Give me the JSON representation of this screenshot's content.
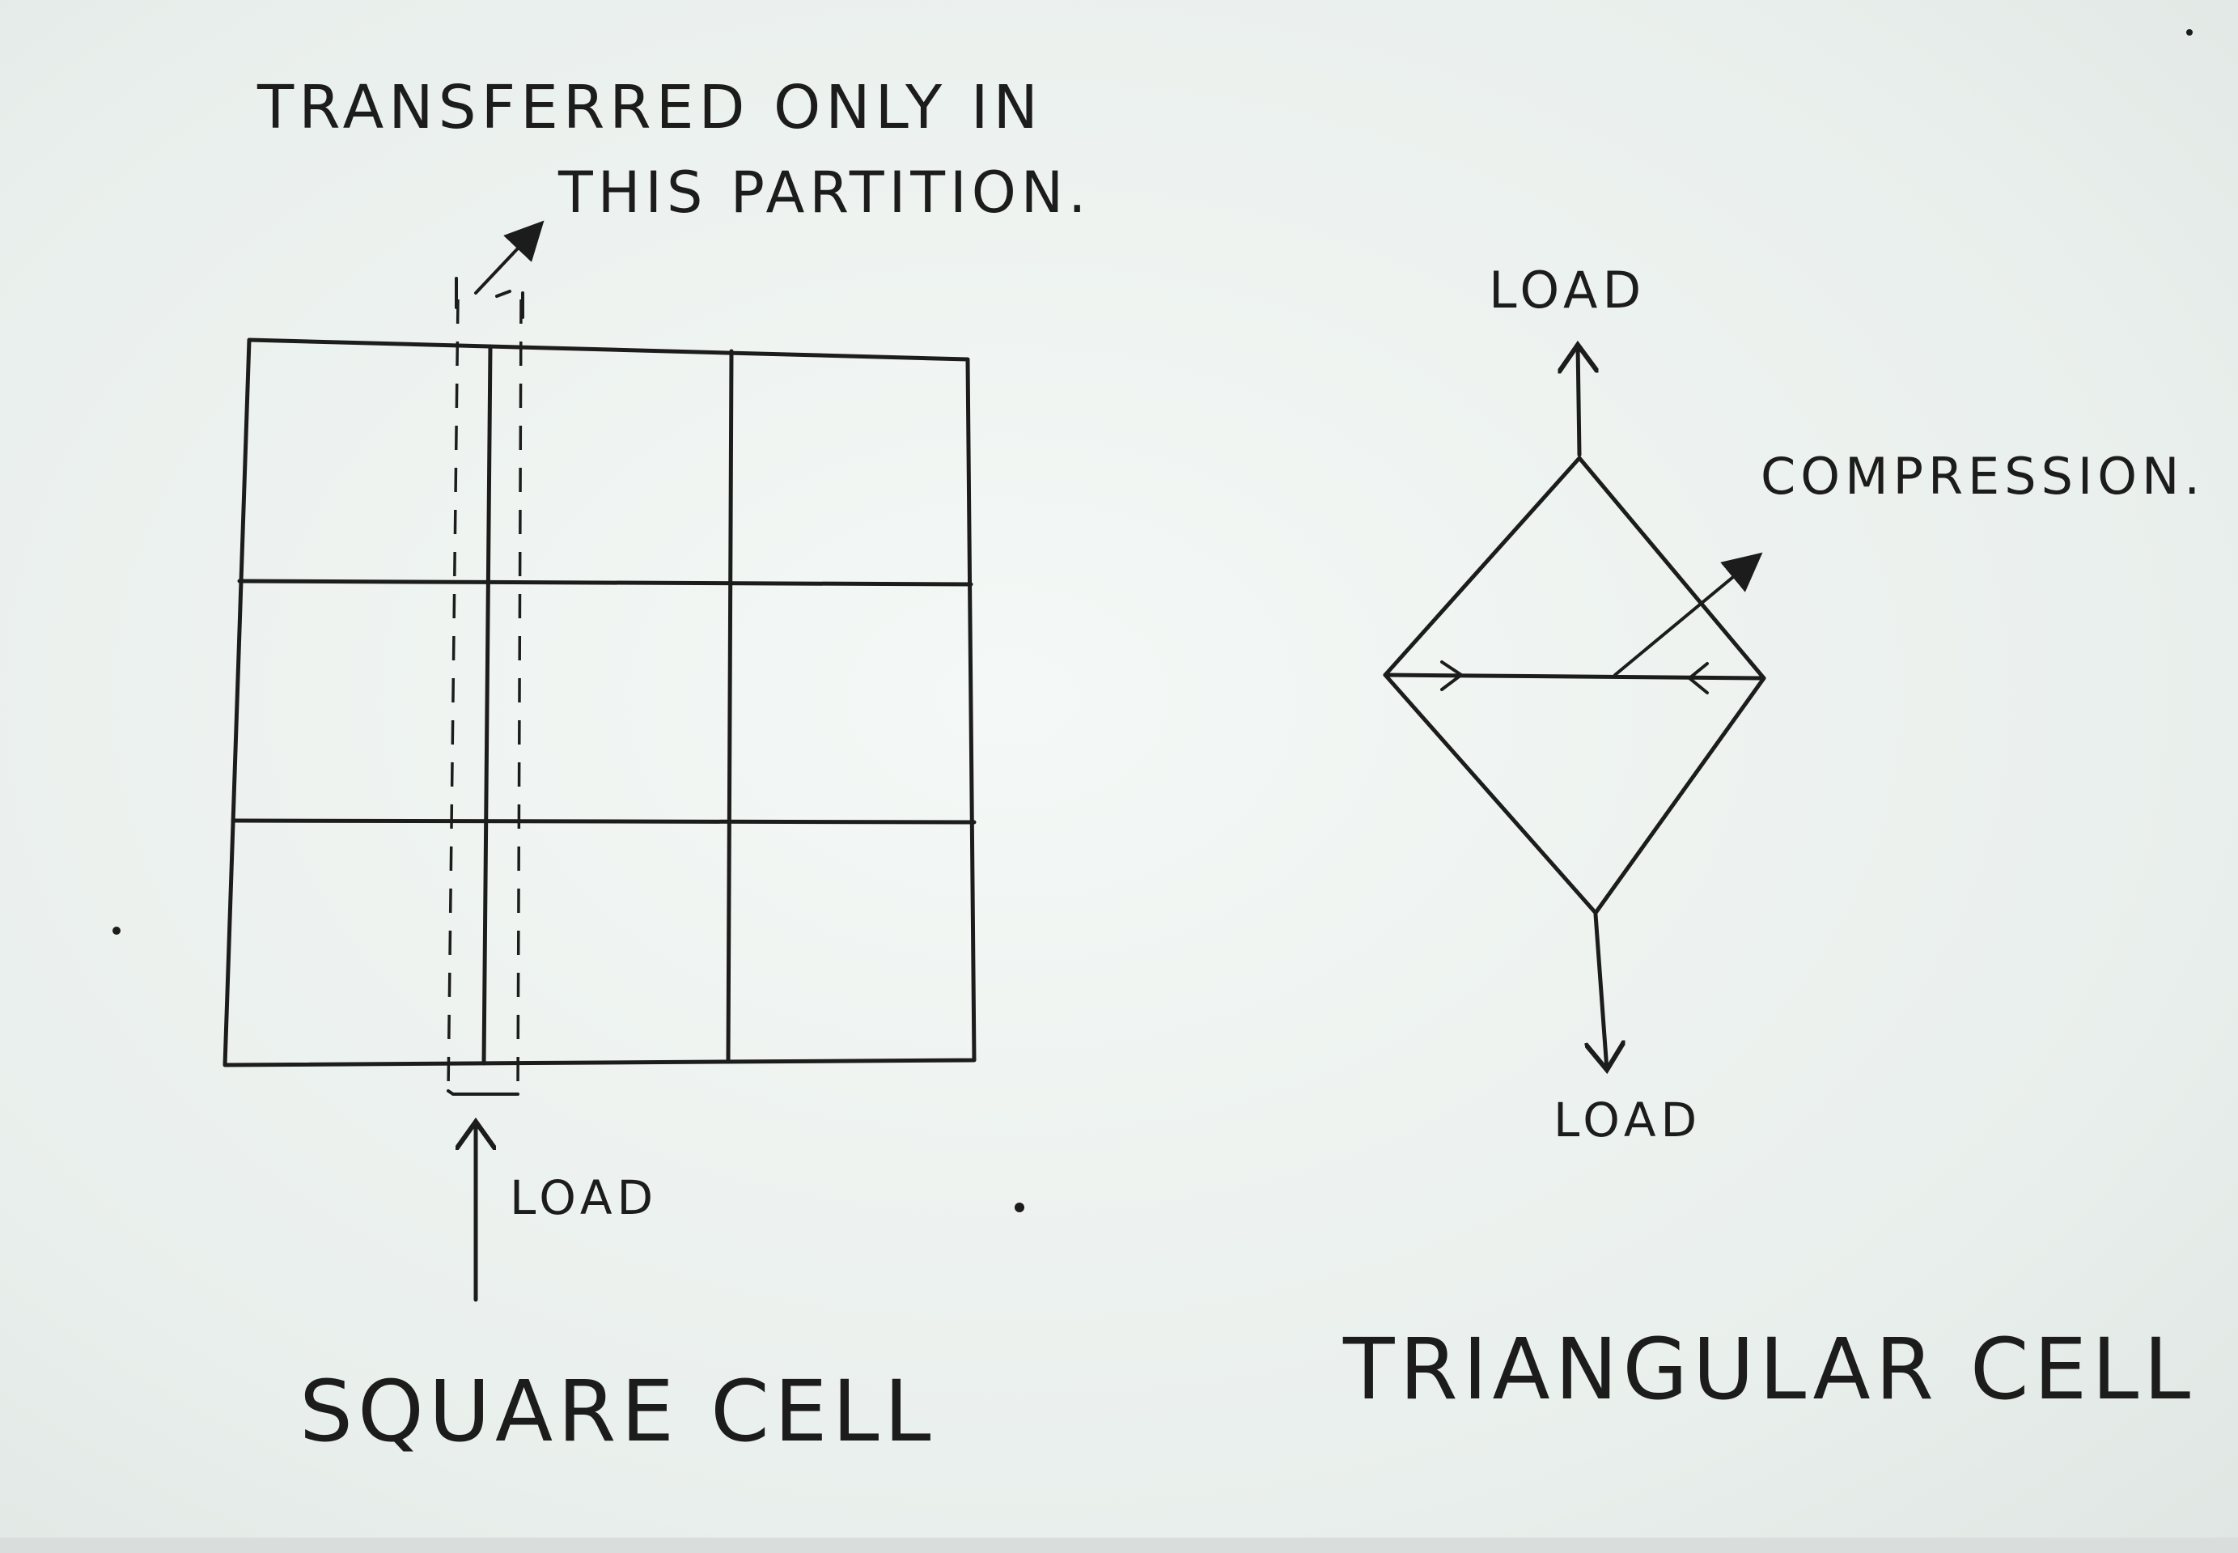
{
  "square_cell": {
    "title": "SQUARE CELL",
    "annotation_line1": "TRANSFERRED ONLY IN",
    "annotation_line2": "THIS PARTITION.",
    "load_label": "LOAD"
  },
  "triangular_cell": {
    "title": "TRIANGULAR CELL",
    "load_top_label": "LOAD",
    "load_bottom_label": "LOAD",
    "compression_label": "COMPRESSION."
  }
}
